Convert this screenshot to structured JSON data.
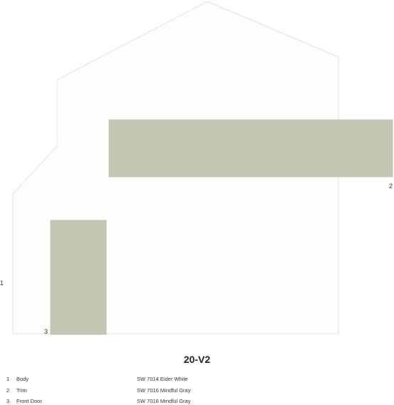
{
  "scheme": {
    "title": "20-V2"
  },
  "colors": {
    "body": "#fdfdfb",
    "body_outline": "#e2e2dc",
    "mindful_gray": "#c4c5b2",
    "swatch_edge": "#b9baa6"
  },
  "markers": {
    "body": "1",
    "trim": "2",
    "front_door": "3"
  },
  "legend": [
    {
      "num": "1",
      "part": "Body",
      "color": "SW 7014 Eider White"
    },
    {
      "num": "2",
      "part": "Trim",
      "color": "SW 7016 Mindful Gray"
    },
    {
      "num": "3",
      "part": "Front Door",
      "color": "SW 7016 Mindful Gray"
    }
  ]
}
